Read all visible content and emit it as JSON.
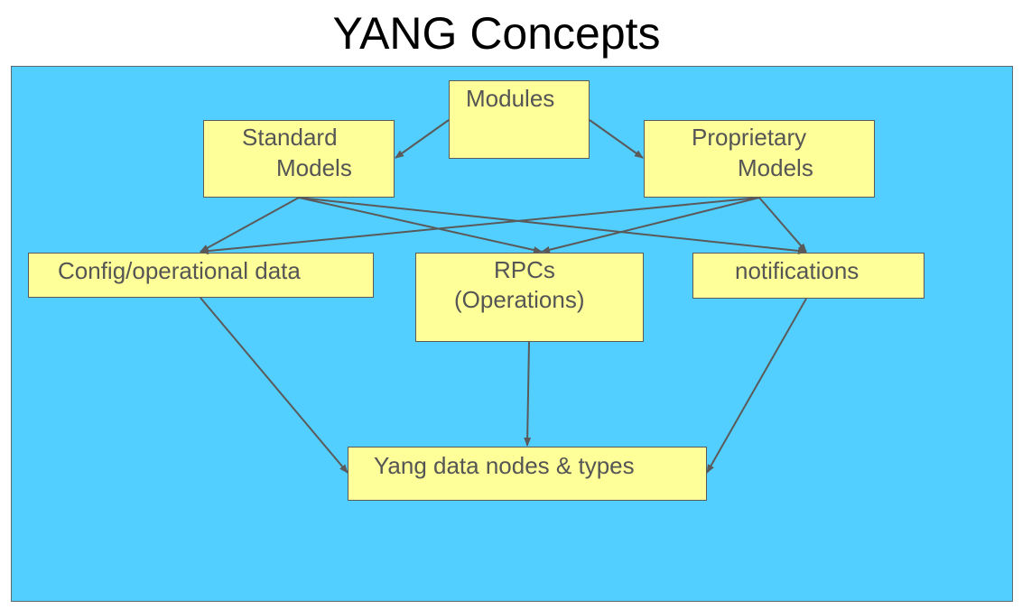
{
  "title": "YANG Concepts",
  "nodes": {
    "modules": "Modules",
    "standard": [
      "Standard",
      "Models"
    ],
    "proprietary": [
      "Proprietary",
      "Models"
    ],
    "config": "Config/operational data",
    "rpcs": [
      "RPCs",
      "(Operations)"
    ],
    "notifications": "notifications",
    "yang": "Yang data nodes & types"
  },
  "colors": {
    "background": "#52cffe",
    "box": "#ffff99",
    "text": "#555555",
    "arrow": "#5a5a5a"
  }
}
